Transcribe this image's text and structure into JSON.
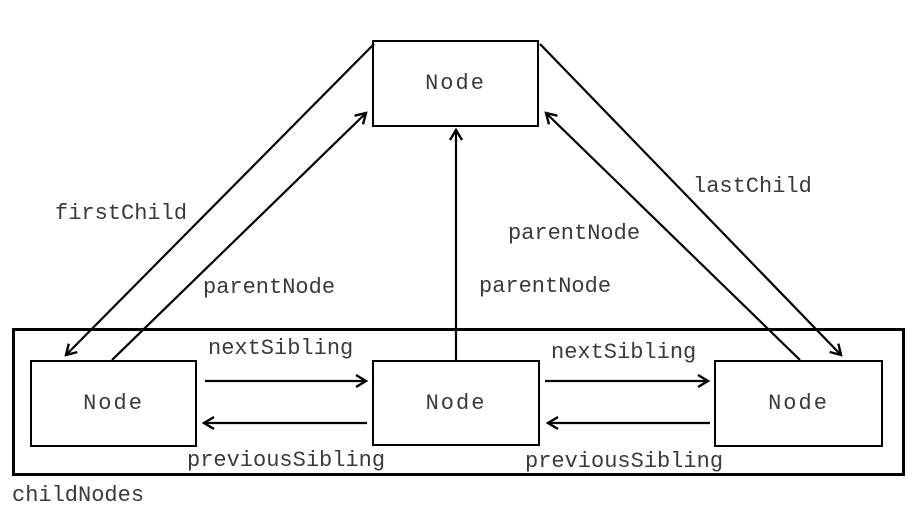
{
  "diagram": {
    "title_semantics": "DOM node relationships diagram",
    "top_node": {
      "label": "Node"
    },
    "children": [
      {
        "label": "Node"
      },
      {
        "label": "Node"
      },
      {
        "label": "Node"
      }
    ],
    "container_label": "childNodes",
    "edge_labels": {
      "first_child": "firstChild",
      "last_child": "lastChild",
      "parent_node_left": "parentNode",
      "parent_node_middle": "parentNode",
      "parent_node_right": "parentNode",
      "next_sibling_left": "nextSibling",
      "next_sibling_right": "nextSibling",
      "previous_sibling_left": "previousSibling",
      "previous_sibling_right": "previousSibling"
    },
    "colors": {
      "line": "#000000",
      "text": "#3a3a3a",
      "background": "#ffffff"
    }
  }
}
